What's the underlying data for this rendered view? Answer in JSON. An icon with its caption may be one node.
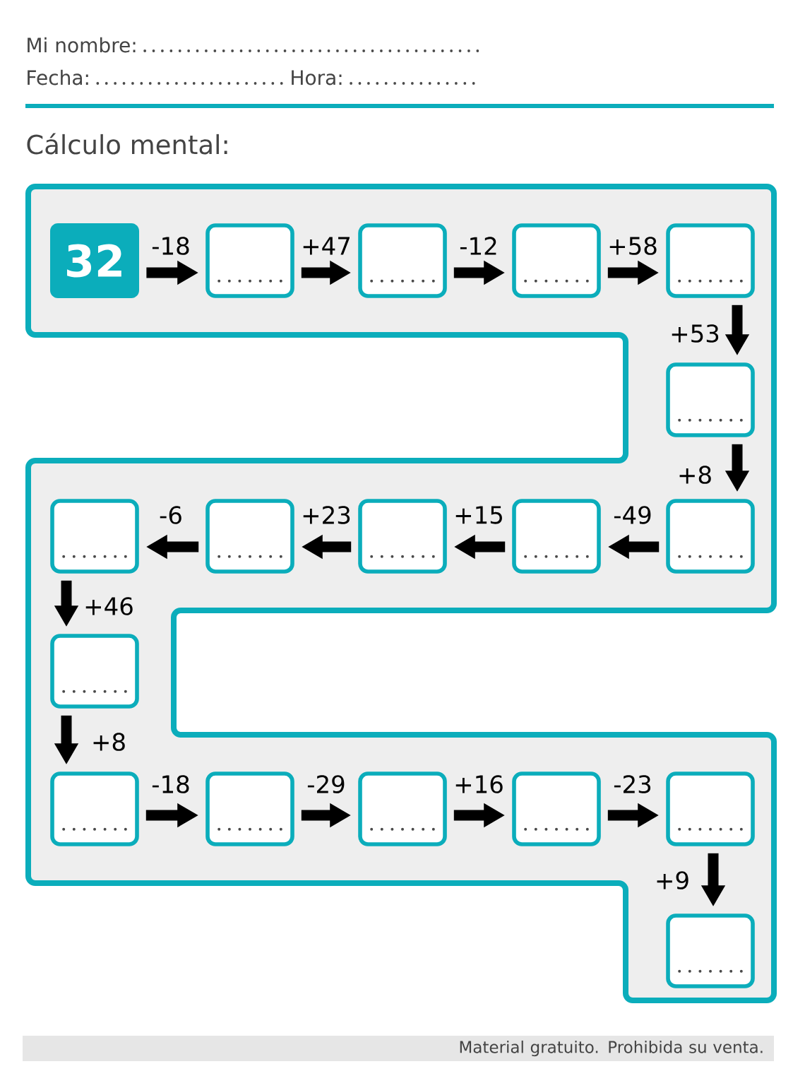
{
  "diagram": {
    "title": "Cálculo mental:",
    "nodes": [
      {
        "text": [
          "32"
        ]
      },
      {
        "text": [],
        "shape": "box"
      },
      {
        "text": [],
        "shape": "box"
      },
      {
        "text": [],
        "shape": "box"
      },
      {
        "text": [],
        "shape": "box"
      },
      {
        "text": [],
        "shape": "box"
      },
      {
        "text": [],
        "shape": "box"
      },
      {
        "text": [],
        "shape": "box"
      },
      {
        "text": [],
        "shape": "box"
      },
      {
        "text": [],
        "shape": "box"
      },
      {
        "text": [],
        "shape": "box"
      },
      {
        "text": [],
        "shape": "box"
      },
      {
        "text": [],
        "shape": "box"
      },
      {
        "text": [],
        "shape": "box"
      },
      {
        "text": [],
        "shape": "box"
      },
      {
        "text": [],
        "shape": "box"
      },
      {
        "text": [],
        "shape": "box"
      },
      {
        "text": [],
        "shape": "box"
      }
    ],
    "edges": [
      {
        "from": 0,
        "to": 1,
        "arrow": "to",
        "label": "-18"
      },
      {
        "from": 1,
        "to": 2,
        "arrow": "to",
        "label": "+47"
      },
      {
        "from": 2,
        "to": 3,
        "arrow": "to",
        "label": "-12"
      },
      {
        "from": 3,
        "to": 4,
        "arrow": "to",
        "label": "+58"
      },
      {
        "from": 4,
        "to": 5,
        "arrow": "to",
        "label": "+53"
      },
      {
        "from": 5,
        "to": 6,
        "arrow": "to",
        "label": "+8"
      },
      {
        "from": 6,
        "to": 7,
        "arrow": "to",
        "label": "-49"
      },
      {
        "from": 7,
        "to": 8,
        "arrow": "to",
        "label": "+15"
      },
      {
        "from": 8,
        "to": 9,
        "arrow": "to",
        "label": "+23"
      },
      {
        "from": 9,
        "to": 10,
        "arrow": "to",
        "label": "-6"
      },
      {
        "from": 10,
        "to": 11,
        "arrow": "to",
        "label": "+46"
      },
      {
        "from": 11,
        "to": 12,
        "arrow": "to",
        "label": "+8"
      },
      {
        "from": 12,
        "to": 13,
        "arrow": "to",
        "label": "-18"
      },
      {
        "from": 13,
        "to": 14,
        "arrow": "to",
        "label": "-29"
      },
      {
        "from": 14,
        "to": 15,
        "arrow": "to",
        "label": "+16"
      },
      {
        "from": 15,
        "to": 16,
        "arrow": "to",
        "label": "-23"
      },
      {
        "from": 16,
        "to": 17,
        "arrow": "to",
        "label": "+9"
      }
    ],
    "labels": [
      "Mi nombre:",
      "Fecha:",
      "Hora:",
      "Material gratuito. Prohibida su venta."
    ]
  }
}
